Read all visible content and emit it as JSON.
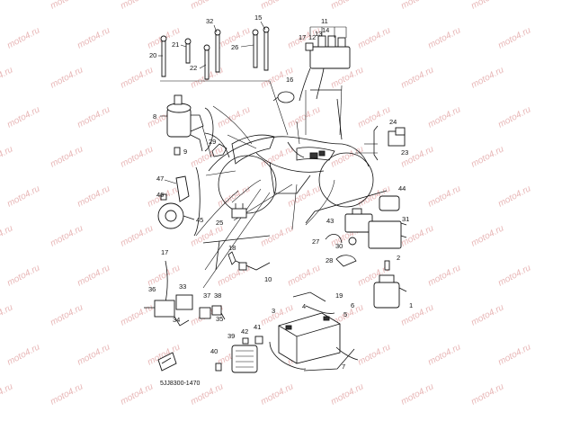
{
  "diagram": {
    "code": "5JJ8300-1470",
    "watermark": "moto4.ru",
    "labels": {
      "l1": "1",
      "l2": "2",
      "l3": "3",
      "l4": "4",
      "l5": "5",
      "l6": "6",
      "l7": "7",
      "l8": "8",
      "l9": "9",
      "l10": "10",
      "l11": "11",
      "l12": "12",
      "l13": "13",
      "l14": "14",
      "l15": "15",
      "l16": "16",
      "l17": "17",
      "l18": "18",
      "l19": "19",
      "l20": "20",
      "l21": "21",
      "l22": "22",
      "l23": "23",
      "l24": "24",
      "l25": "25",
      "l26": "26",
      "l27": "27",
      "l28": "28",
      "l29": "29",
      "l30": "30",
      "l31": "31",
      "l32": "32",
      "l33": "33",
      "l34": "34",
      "l35": "35",
      "l36": "36",
      "l37": "37",
      "l38": "38",
      "l39": "39",
      "l40": "40",
      "l41": "41",
      "l42": "42",
      "l43": "43",
      "l44": "44",
      "l45": "45",
      "l46": "46",
      "l47": "47"
    }
  }
}
